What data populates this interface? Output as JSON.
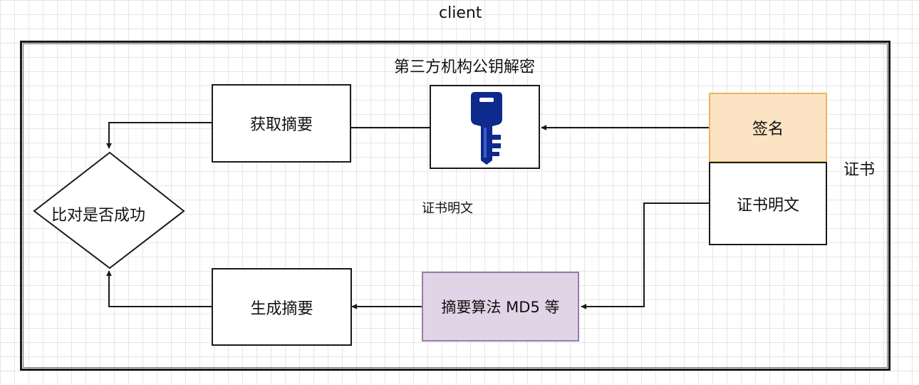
{
  "diagram": {
    "container_label": "client",
    "cert_label": "证书",
    "key_caption": "第三方机构公钥解密",
    "plaintext_caption": "证书明文",
    "nodes": {
      "get_digest": "获取摘要",
      "compare": "比对是否成功",
      "signature": "签名",
      "plaintext": "证书明文",
      "gen_digest": "生成摘要",
      "algorithm": "摘要算法 MD5 等"
    },
    "colors": {
      "signature_fill": "#fbe3c3",
      "signature_border": "#e8b85a",
      "algorithm_fill": "#e1d4e7",
      "algorithm_border": "#9c7aaa",
      "key_fill": "#0d2a8c"
    },
    "icons": [
      "key-icon"
    ]
  }
}
